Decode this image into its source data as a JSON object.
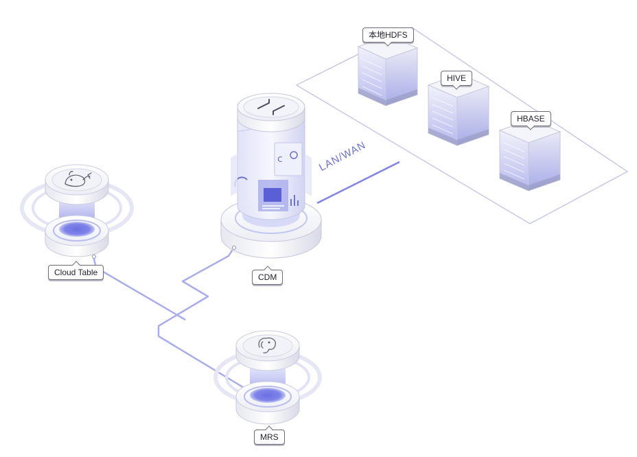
{
  "nodes": {
    "cloud_table": {
      "label": "Cloud Table",
      "icon": "whale-icon"
    },
    "cdm": {
      "label": "CDM",
      "icon": "transfer-icon"
    },
    "mrs": {
      "label": "MRS",
      "icon": "elephant-icon"
    }
  },
  "network": {
    "label": "LAN/WAN"
  },
  "data_sources": [
    {
      "label": "本地HDFS"
    },
    {
      "label": "HIVE"
    },
    {
      "label": "HBASE"
    }
  ],
  "colors": {
    "accent": "#5b5fd6",
    "connector": "#a9adeb",
    "outline": "#c9cbe8",
    "glass": "#d9dcf7"
  }
}
